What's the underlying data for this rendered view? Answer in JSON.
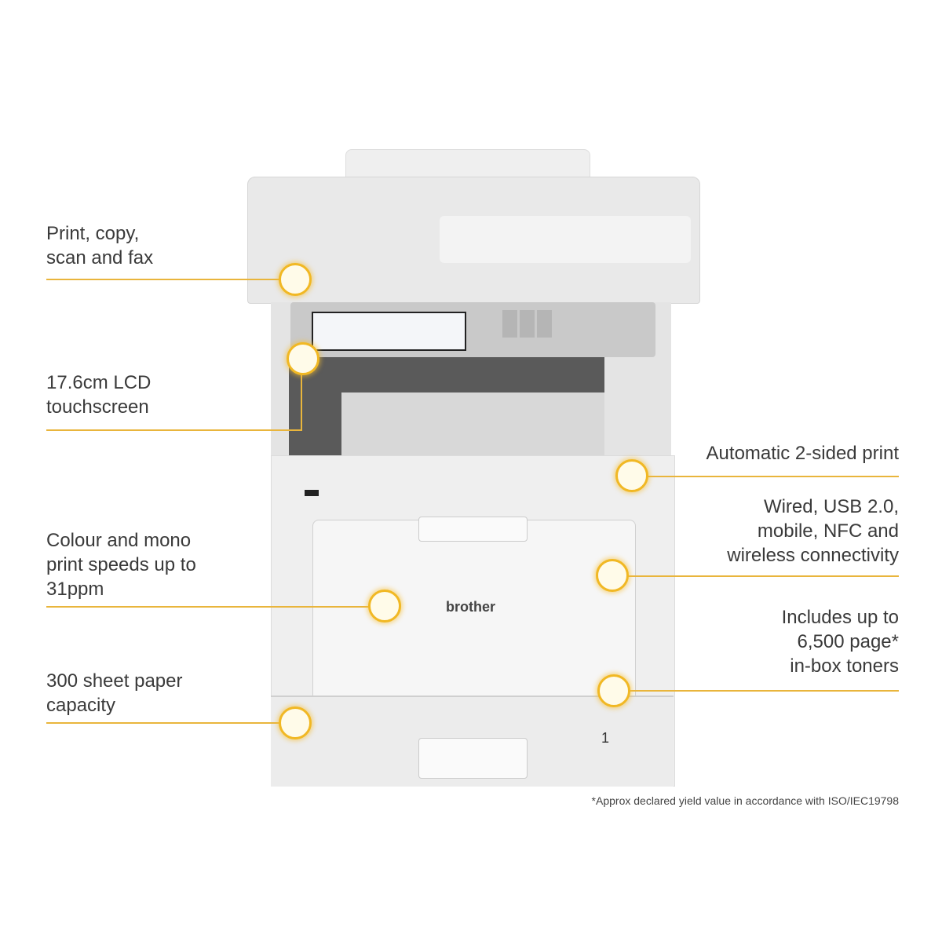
{
  "features_left": [
    {
      "lines": [
        "Print, copy,",
        "scan and fax"
      ]
    },
    {
      "lines": [
        "17.6cm LCD",
        "touchscreen"
      ]
    },
    {
      "lines": [
        "Colour and mono",
        "print speeds up to",
        "31ppm"
      ]
    },
    {
      "lines": [
        "300 sheet paper",
        "capacity"
      ]
    }
  ],
  "features_right": [
    {
      "lines": [
        "Automatic 2-sided print"
      ]
    },
    {
      "lines": [
        "Wired, USB 2.0,",
        "mobile, NFC and",
        "wireless connectivity"
      ]
    },
    {
      "lines": [
        "Includes up to",
        "6,500 page*",
        "in-box toners"
      ]
    }
  ],
  "printer": {
    "brand": "brother",
    "tray_number": "1"
  },
  "footnote": "*Approx declared yield value in accordance with ISO/IEC19798",
  "colors": {
    "accent": "#e9b53c",
    "text": "#3a3a3a"
  }
}
